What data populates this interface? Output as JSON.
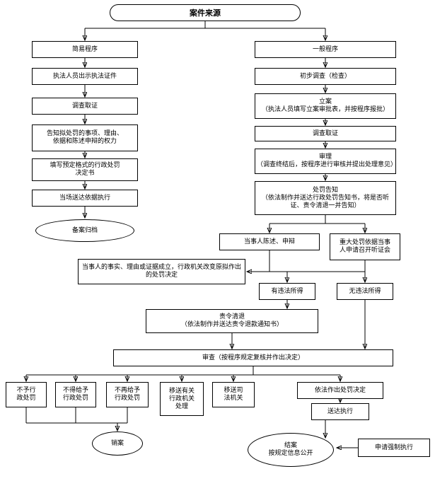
{
  "diagram": {
    "colors": {
      "line": "#000000",
      "box_bg": "#ffffff",
      "text": "#000000"
    },
    "nodes": {
      "case_source": "案件来源",
      "simple_procedure": "简易程序",
      "show_credentials": "执法人员出示执法证件",
      "evidence_left": "调查取证",
      "notify_rights": "告知拟处罚的事项、理由、\n依据和陈述申辩的权力",
      "fill_decision": "填写预定格式的行政处罚\n决定书",
      "onspot_delivery": "当场送达依据执行",
      "file_archive": "备案归档",
      "general_procedure": "一般程序",
      "preliminary_investigation": "初步调查（检查）",
      "case_filing": "立案\n（执法人员填写立案审批表，并按程序报批）",
      "evidence_right": "调查取证",
      "hearing_review": "审理\n（调查终结后，按程序进行审核并提出处理意见）",
      "penalty_notice": "处罚告知\n（依法制作并送达行政处罚告知书，将是否听证、责令清退一并告知）",
      "party_statement": "当事人陈述、申辩",
      "major_hearing": "重大处罚依据当事\n人申请召开听证会",
      "change_decision": "当事人的事实、理由或证据成立，行政机关改变原拟作出的处罚决定",
      "illegal_gains": "有违法所得",
      "no_illegal_gains": "无违法所得",
      "order_refund": "责令清退\n（依法制作并送达责令退款通知书）",
      "final_review": "审查（按程序规定复核并作出决定）",
      "no_penalty": "不予行\n政处罚",
      "must_not_penalty": "不得给予\n行政处罚",
      "no_longer_penalty": "不再给予\n行政处罚",
      "transfer_admin": "移送有关\n行政机关\n处理",
      "transfer_judicial": "移送司\n法机关",
      "make_decision": "依法作出处罚决定",
      "close_case": "销案",
      "deliver_execute": "送达执行",
      "case_closed": "结案\n按规定信息公开",
      "compulsory_execution": "申请强制执行"
    }
  }
}
